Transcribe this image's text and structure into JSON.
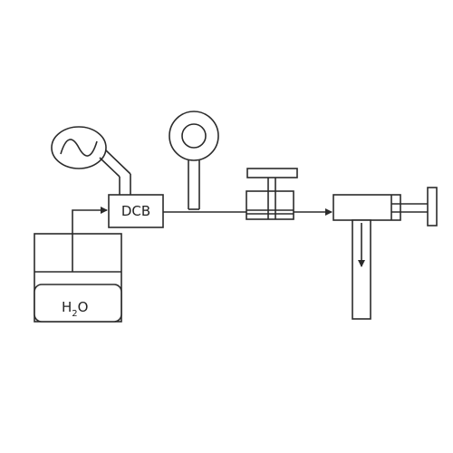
{
  "diagram": {
    "dcb_label": "DCB",
    "water_label": {
      "main": "H",
      "subscript": "2",
      "suffix": "O"
    }
  },
  "colors": {
    "stroke": "#2b2b2b",
    "background": "#ffffff"
  }
}
